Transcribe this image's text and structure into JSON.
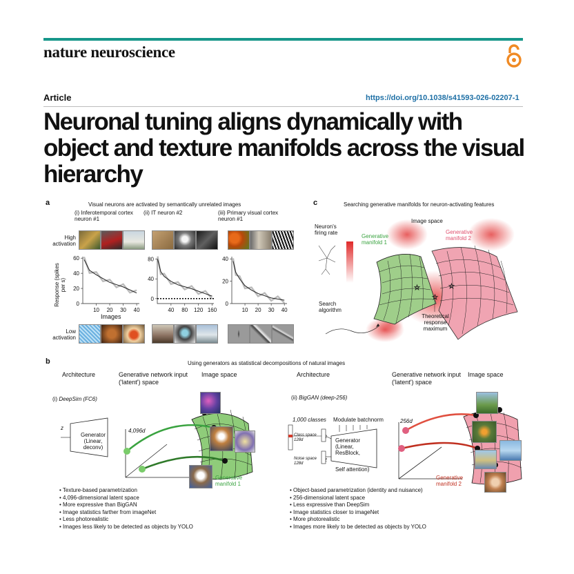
{
  "header": {
    "journal": "nature neuroscience",
    "article_type": "Article",
    "doi": "https://doi.org/10.1038/s41593-026-02207-1",
    "title": "Neuronal tuning aligns dynamically with object and texture manifolds across the visual hierarchy",
    "open_access_icon": "open-access-lock-icon",
    "accent_color": "#17978a"
  },
  "panel_a": {
    "letter": "a",
    "title": "Visual neurons are activated by semantically unrelated images",
    "neurons": [
      {
        "num": "(i)",
        "name": "Inferotemporal cortex neuron #1"
      },
      {
        "num": "(ii)",
        "name": "IT neuron #2"
      },
      {
        "num": "(iii)",
        "name": "Primary visual cortex neuron #1"
      }
    ],
    "high_label": "High activation",
    "low_label": "Low activation",
    "ylabel": "Response (spikes per s)",
    "xlabel": "Images"
  },
  "chart_data": [
    {
      "type": "line",
      "title": "",
      "xlabel": "Images",
      "ylabel": "Response (spikes per s)",
      "x_ticks": [
        10,
        20,
        30,
        40
      ],
      "y_ticks": [
        0,
        20,
        40,
        60
      ],
      "xlim": [
        0,
        42
      ],
      "ylim": [
        0,
        62
      ],
      "x": [
        1,
        5,
        10,
        15,
        20,
        25,
        30,
        35,
        40
      ],
      "y": [
        58,
        44,
        38,
        33,
        28,
        25,
        22,
        18,
        14
      ]
    },
    {
      "type": "line",
      "title": "",
      "xlabel": "",
      "ylabel": "",
      "x_ticks": [
        40,
        80,
        120,
        160
      ],
      "y_ticks": [
        0,
        40,
        80
      ],
      "xlim": [
        0,
        165
      ],
      "ylim": [
        -10,
        85
      ],
      "x": [
        1,
        10,
        20,
        40,
        60,
        80,
        100,
        120,
        140,
        160
      ],
      "y": [
        80,
        55,
        45,
        35,
        28,
        24,
        20,
        15,
        10,
        5
      ],
      "baseline": 0
    },
    {
      "type": "line",
      "title": "",
      "xlabel": "",
      "ylabel": "",
      "x_ticks": [
        10,
        20,
        30,
        40
      ],
      "y_ticks": [
        0,
        20,
        40
      ],
      "xlim": [
        0,
        42
      ],
      "ylim": [
        0,
        42
      ],
      "x": [
        1,
        3,
        6,
        10,
        15,
        20,
        25,
        30,
        35,
        40
      ],
      "y": [
        38,
        28,
        22,
        16,
        12,
        9,
        7,
        5,
        4,
        3
      ]
    }
  ],
  "panel_c": {
    "letter": "c",
    "title": "Searching generative manifolds for neuron-activating features",
    "image_space": "Image space",
    "firing_rate": "Neuron's firing rate",
    "gen1": "Generative manifold 1",
    "gen2": "Generative manifold 2",
    "search": "Search algorithm",
    "theoretical": "Theoretical response maximum",
    "green": "#3aa340",
    "pink": "#e0506e",
    "red": "#e02a2a"
  },
  "panel_b": {
    "letter": "b",
    "title": "Using generators as statistical decompositions of natural images",
    "architecture": "Architecture",
    "gen_input": "Generative network input ('latent') space",
    "image_space": "Image space",
    "left": {
      "model": "(i)",
      "model_name": "DeepSim (FC6)",
      "z": "z",
      "generator": "Generator (Linear, deconv)",
      "dim": "4,096d",
      "manifold": "Generative manifold 1",
      "bullets": [
        "Texture-based parametrization",
        "4,096-dimensional latent space",
        "More expressive than BigGAN",
        "Image statistics farther from imageNet",
        "Less photorealistic",
        "Images less likely to be detected as objects by YOLO"
      ]
    },
    "right": {
      "model": "(ii)",
      "model_name": "BigGAN (deep-256)",
      "classes": "1,000 classes",
      "modulate": "Modulate batchnorm",
      "class_space": "Class space 128d",
      "noise_space": "Noise space 128d",
      "c": "c",
      "z": "z",
      "generator": "Generator (Linear, ResBlock,",
      "self_attention": "Self attention)",
      "dim": "256d",
      "manifold": "Generative manifold 2",
      "bullets": [
        "Object-based parametrization (identity and nuisance)",
        "256-dimensional latent space",
        "Less expressive than DeepSim",
        "Image statistics closer to imageNet",
        "More photorealistic",
        "Images more likely to be detected as objects by YOLO"
      ]
    }
  }
}
